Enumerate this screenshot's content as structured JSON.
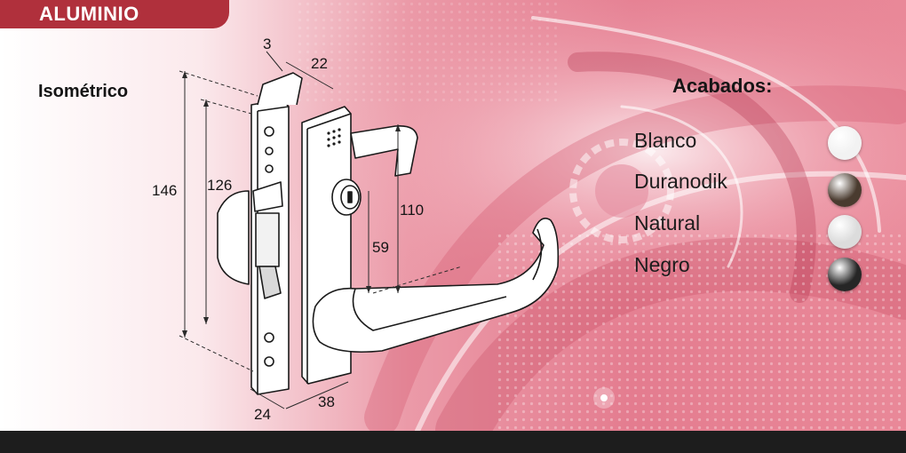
{
  "header": {
    "tag_label": "ALUMINIO"
  },
  "view_label": "Isométrico",
  "dimensions": {
    "top_thickness": "3",
    "top_depth": "22",
    "overall_height": "146",
    "plate_height": "126",
    "handle_height": "110",
    "handle_axis": "59",
    "bottom_width": "24",
    "bottom_depth": "38"
  },
  "finishes": {
    "title": "Acabados:",
    "items": [
      {
        "label": "Blanco",
        "color": "#f2f2f2"
      },
      {
        "label": "Duranodik",
        "color": "#4a3b2f"
      },
      {
        "label": "Natural",
        "color": "#dcdcdc"
      },
      {
        "label": "Negro",
        "color": "#262626"
      }
    ]
  },
  "colors": {
    "accent": "#b0303c",
    "background_pink": "#e98898",
    "footer": "#1d1d1d"
  }
}
